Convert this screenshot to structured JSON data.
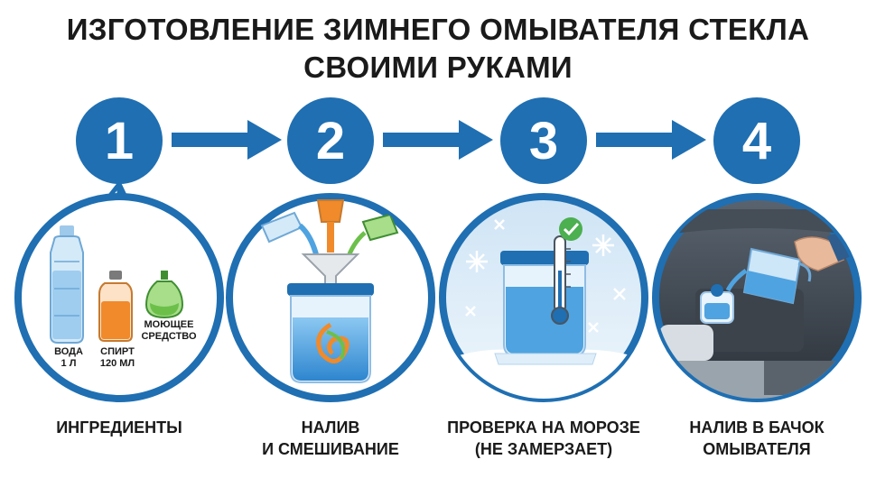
{
  "title": {
    "line1": "ИЗГОТОВЛЕНИЕ ЗИМНЕГО ОМЫВАТЕЛЯ СТЕКЛА",
    "line2": "СВОИМИ РУКАМИ"
  },
  "steps": [
    {
      "number": "1",
      "caption_line1": "ИНГРЕДИЕНТЫ",
      "caption_line2": ""
    },
    {
      "number": "2",
      "caption_line1": "НАЛИВ",
      "caption_line2": "И СМЕШИВАНИЕ"
    },
    {
      "number": "3",
      "caption_line1": "ПРОВЕРКА НА МОРОЗЕ",
      "caption_line2": "(НЕ ЗАМЕРЗАЕТ)"
    },
    {
      "number": "4",
      "caption_line1": "НАЛИВ В БАЧОК",
      "caption_line2": "ОМЫВАТЕЛЯ"
    }
  ],
  "ingredients": [
    {
      "line1": "ВОДА",
      "line2": "1 Л"
    },
    {
      "line1": "СПИРТ",
      "line2": "120 МЛ"
    },
    {
      "line1": "МОЮЩЕЕ",
      "line2": "СРЕДСТВО"
    }
  ],
  "colors": {
    "accent": "#1f6fb2",
    "water": "#4fa3e0",
    "alcohol": "#f08a2a",
    "detergent": "#6cc04a",
    "ice": "#dfeef9"
  }
}
